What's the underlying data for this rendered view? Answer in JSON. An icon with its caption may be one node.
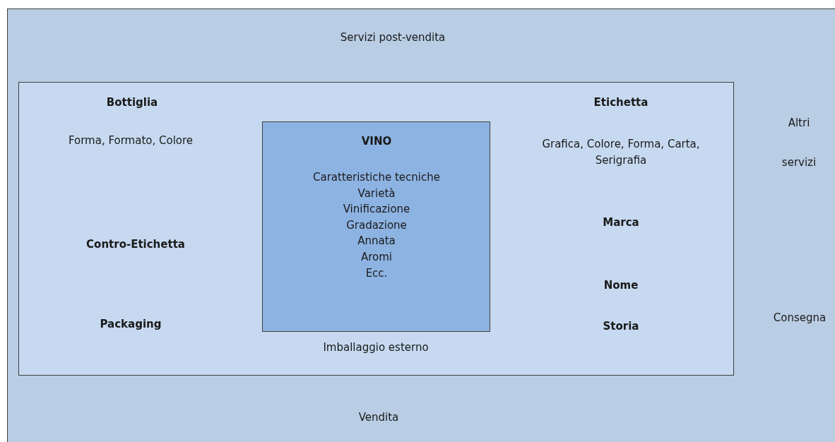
{
  "diagram": {
    "nodes": [
      {
        "text": [
          "Servizi post-vendita",
          "Altri servizi",
          "Consegna",
          "Vendita"
        ]
      },
      {
        "text": [
          "Bottiglia",
          "Forma, Formato, Colore",
          "Contro-Etichetta",
          "Packaging",
          "Imballaggio esterno",
          "Etichetta",
          "Grafica, Colore, Forma, Carta, Serigrafia",
          "Marca",
          "Nome",
          "Storia"
        ],
        "in": 0
      },
      {
        "text": [
          "VINO",
          "Caratteristiche tecniche",
          "Varietà",
          "Vinificazione",
          "Gradazione",
          "Annata",
          "Aromi",
          "Ecc."
        ],
        "in": 1
      }
    ]
  }
}
